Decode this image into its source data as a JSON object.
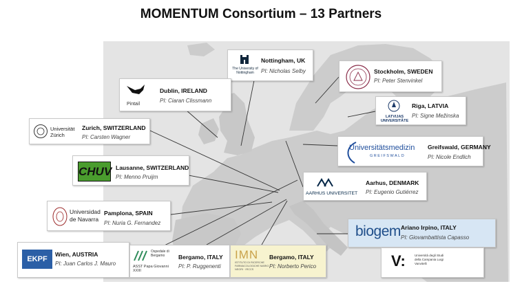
{
  "title": "MOMENTUM Consortium – 13 Partners",
  "partners": [
    {
      "city": "Nottingham, UK",
      "pi": "PI: Nicholas Selby",
      "logo_text": "The University of Nottingham"
    },
    {
      "city": "Stockholm, SWEDEN",
      "pi": "PI: Peter Stenvinkel",
      "logo_text": ""
    },
    {
      "city": "Dublin, IRELAND",
      "pi": "PI: Ciaran Clissmann",
      "logo_text": "Pintail"
    },
    {
      "city": "Riga, LATVIA",
      "pi": "PI: Signe Mežinska",
      "logo_text": "LATVIJAS UNIVERSITĀTE"
    },
    {
      "city": "Zurich, SWITZERLAND",
      "pi": "PI: Carsten Wagner",
      "logo_text": "Universität Zürich"
    },
    {
      "city": "Greifswald, GERMANY",
      "pi": "PI: Nicole Endlich",
      "logo_text": "Universitätsmedizin",
      "logo_sub": "GREIFSWALD"
    },
    {
      "city": "Lausanne, SWITZERLAND",
      "pi": "PI: Menno Pruijm",
      "logo_text": "CHUV"
    },
    {
      "city": "Aarhus, DENMARK",
      "pi": "PI: Eugenio Gutiérrez",
      "logo_text": "AARHUS UNIVERSITET"
    },
    {
      "city": "Pamplona, SPAIN",
      "pi": "PI: Nuria G. Fernandez",
      "logo_text": "Universidad de Navarra"
    },
    {
      "city": "Ariano Irpino, ITALY",
      "pi": "PI: Giovambattista Capasso",
      "logo_text": "biogem"
    },
    {
      "city": "Wien, AUSTRIA",
      "pi": "PI: Juan Carlos J. Mauro",
      "logo_text": "EKPF"
    },
    {
      "city": "Bergamo, ITALY",
      "pi": "PI: P. Ruggenenti",
      "logo_text": "ASST Papa Giovanni XXIII",
      "logo_sub": "Ospedale di Bergamo"
    },
    {
      "city": "Bergamo, ITALY",
      "pi": "PI: Norberto Perico",
      "logo_text": "IMN",
      "logo_sub": "ISTITUTO DI RICERCHE FARMACOLOGICHE MARIO NEGRI · IRCCS"
    },
    {
      "city": "",
      "pi": "",
      "logo_text": "V:",
      "logo_sub": "Università degli Studi della Campania Luigi Vanvitelli"
    }
  ],
  "colors": {
    "map_land": "#cccccc",
    "map_sea": "#e4e4e4",
    "leader": "#333333",
    "biogem_bg": "#d7e6f4",
    "imn_bg": "#f7f3cf",
    "chuv_green": "#4a9c2e",
    "aarhus_blue": "#002546",
    "greifswald_blue": "#1f4e9c",
    "nottingham_blue": "#10263b",
    "ekpf_blue": "#2b5fa6"
  }
}
